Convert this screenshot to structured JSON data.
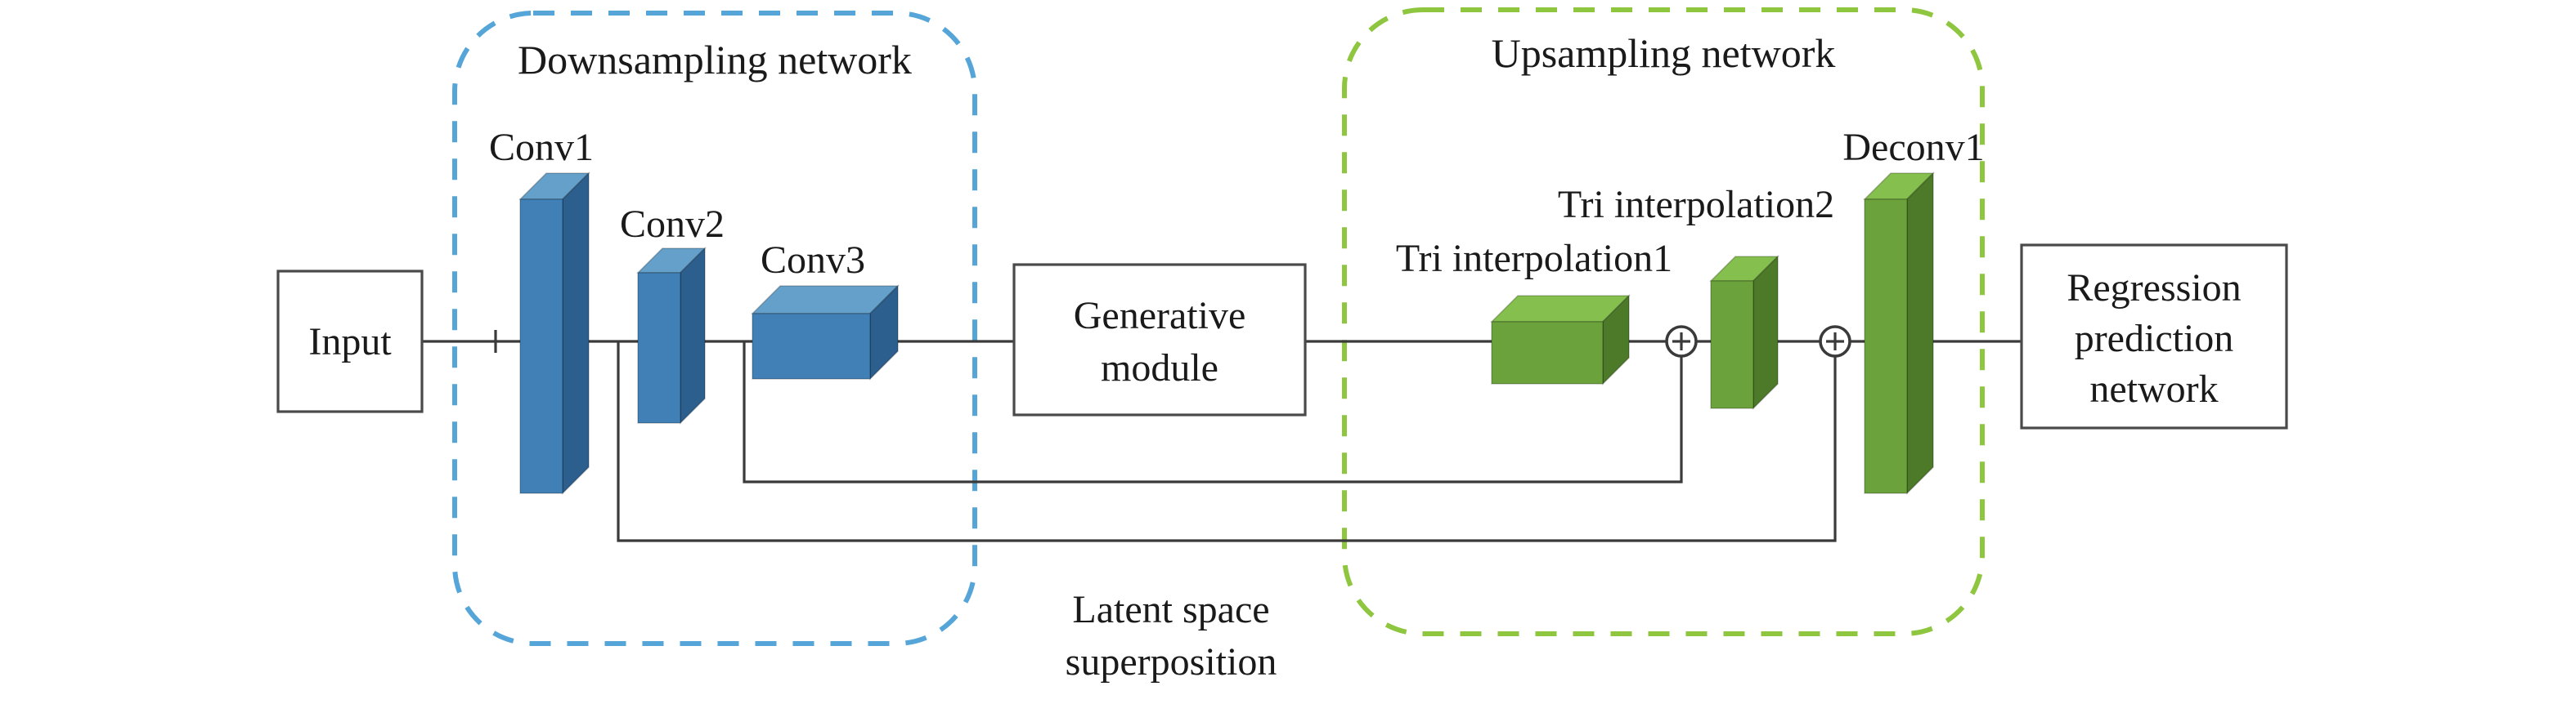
{
  "figure": {
    "input": {
      "label": "Input"
    },
    "downsampling": {
      "title": "Downsampling network",
      "conv1": "Conv1",
      "conv2": "Conv2",
      "conv3": "Conv3"
    },
    "generative_module": {
      "line1": "Generative",
      "line2": "module"
    },
    "upsampling": {
      "title": "Upsampling network",
      "tri1": "Tri interpolation1",
      "tri2": "Tri interpolation2",
      "deconv1": "Deconv1"
    },
    "regression": {
      "line1": "Regression",
      "line2": "prediction",
      "line3": "network"
    },
    "latent": {
      "line1": "Latent space",
      "line2": "superposition"
    },
    "icons": {
      "add_icon": "⊕"
    },
    "colors": {
      "line": "#3a3a3a",
      "blue_border": "#55a5d9",
      "green_border": "#8ec63f",
      "blue_block_front": "#4080b7",
      "blue_block_top": "#65a0ca",
      "blue_block_side": "#2d5f8e",
      "green_block_front": "#6ba23c",
      "green_block_top": "#85bf4e",
      "green_block_side": "#4c7a29"
    }
  }
}
